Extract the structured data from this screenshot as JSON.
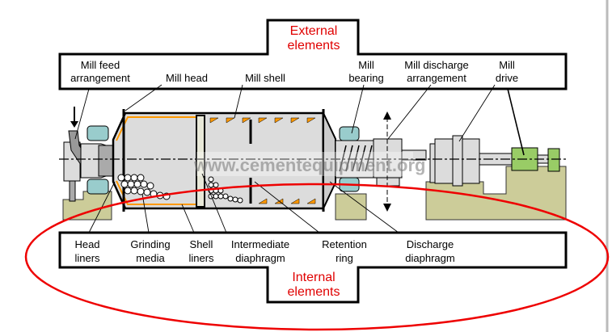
{
  "external": {
    "line1": "External",
    "line2": "elements"
  },
  "internal": {
    "line1": "Internal",
    "line2": "elements"
  },
  "top_labels": [
    {
      "line1": "Mill feed",
      "line2": "arrangement"
    },
    {
      "line1": "",
      "line2": "Mill head"
    },
    {
      "line1": "",
      "line2": "Mill shell"
    },
    {
      "line1": "Mill",
      "line2": "bearing"
    },
    {
      "line1": "Mill discharge",
      "line2": "arrangement"
    },
    {
      "line1": "Mill",
      "line2": "drive"
    }
  ],
  "bottom_labels": [
    {
      "line1": "Head",
      "line2": "liners"
    },
    {
      "line1": "Grinding",
      "line2": "media"
    },
    {
      "line1": "Shell",
      "line2": "liners"
    },
    {
      "line1": "Intermediate",
      "line2": "diaphragm"
    },
    {
      "line1": "Retention",
      "line2": "ring"
    },
    {
      "line1": "Discharge",
      "line2": "diaphragm"
    }
  ],
  "watermark": "www.cementequipment.org",
  "colors": {
    "highlight": "#e00000",
    "foundation": "#cccc99",
    "bearing": "#99cccc",
    "drive": "#99cc66",
    "liner": "#ff9900",
    "shell": "#dcdcdc"
  }
}
